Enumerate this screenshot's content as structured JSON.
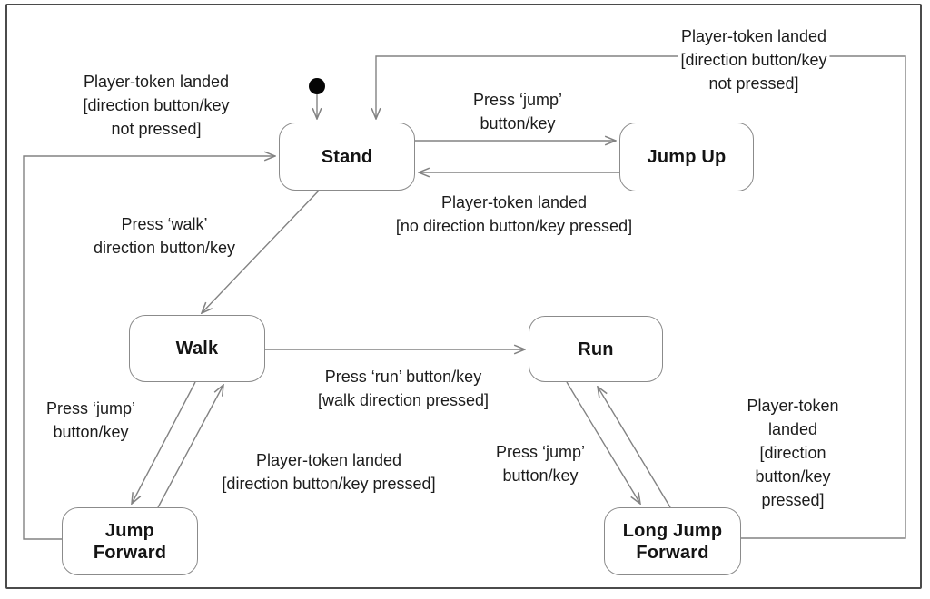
{
  "diagram_kind": "uml-state-machine",
  "colors": {
    "background": "#ffffff",
    "frame_border": "#4b4b4b",
    "state_border": "#8b8b8b",
    "transition_line": "#828282",
    "text": "#1c1c1c",
    "initial_dot": "#050505"
  },
  "states": {
    "stand": {
      "label": "Stand"
    },
    "jump_up": {
      "label": "Jump Up"
    },
    "walk": {
      "label": "Walk"
    },
    "run": {
      "label": "Run"
    },
    "jump_forward": {
      "label": "Jump\nForward"
    },
    "long_jump_forward": {
      "label": "Long Jump\nForward"
    }
  },
  "transitions": {
    "stand_to_jump_up": {
      "label": "Press ‘jump’\nbutton/key"
    },
    "jump_up_to_stand": {
      "label": "Player-token landed\n[no direction button/key pressed]"
    },
    "jump_forward_to_stand": {
      "label": "Player-token landed\n[direction button/key\nnot pressed]"
    },
    "long_jump_forward_to_stand": {
      "label": "Player-token landed\n[direction button/key\nnot pressed]"
    },
    "stand_to_walk": {
      "label": "Press ‘walk’\ndirection button/key"
    },
    "walk_to_run": {
      "label": "Press ‘run’ button/key\n[walk direction pressed]"
    },
    "walk_to_jump_forward": {
      "label": "Press ‘jump’\nbutton/key"
    },
    "jump_forward_to_walk": {
      "label": "Player-token landed\n[direction button/key pressed]"
    },
    "run_to_long_jump_forward": {
      "label": "Press ‘jump’\nbutton/key"
    },
    "long_jump_forward_to_run": {
      "label": "Player-token landed\n[direction button/key pressed]"
    }
  }
}
